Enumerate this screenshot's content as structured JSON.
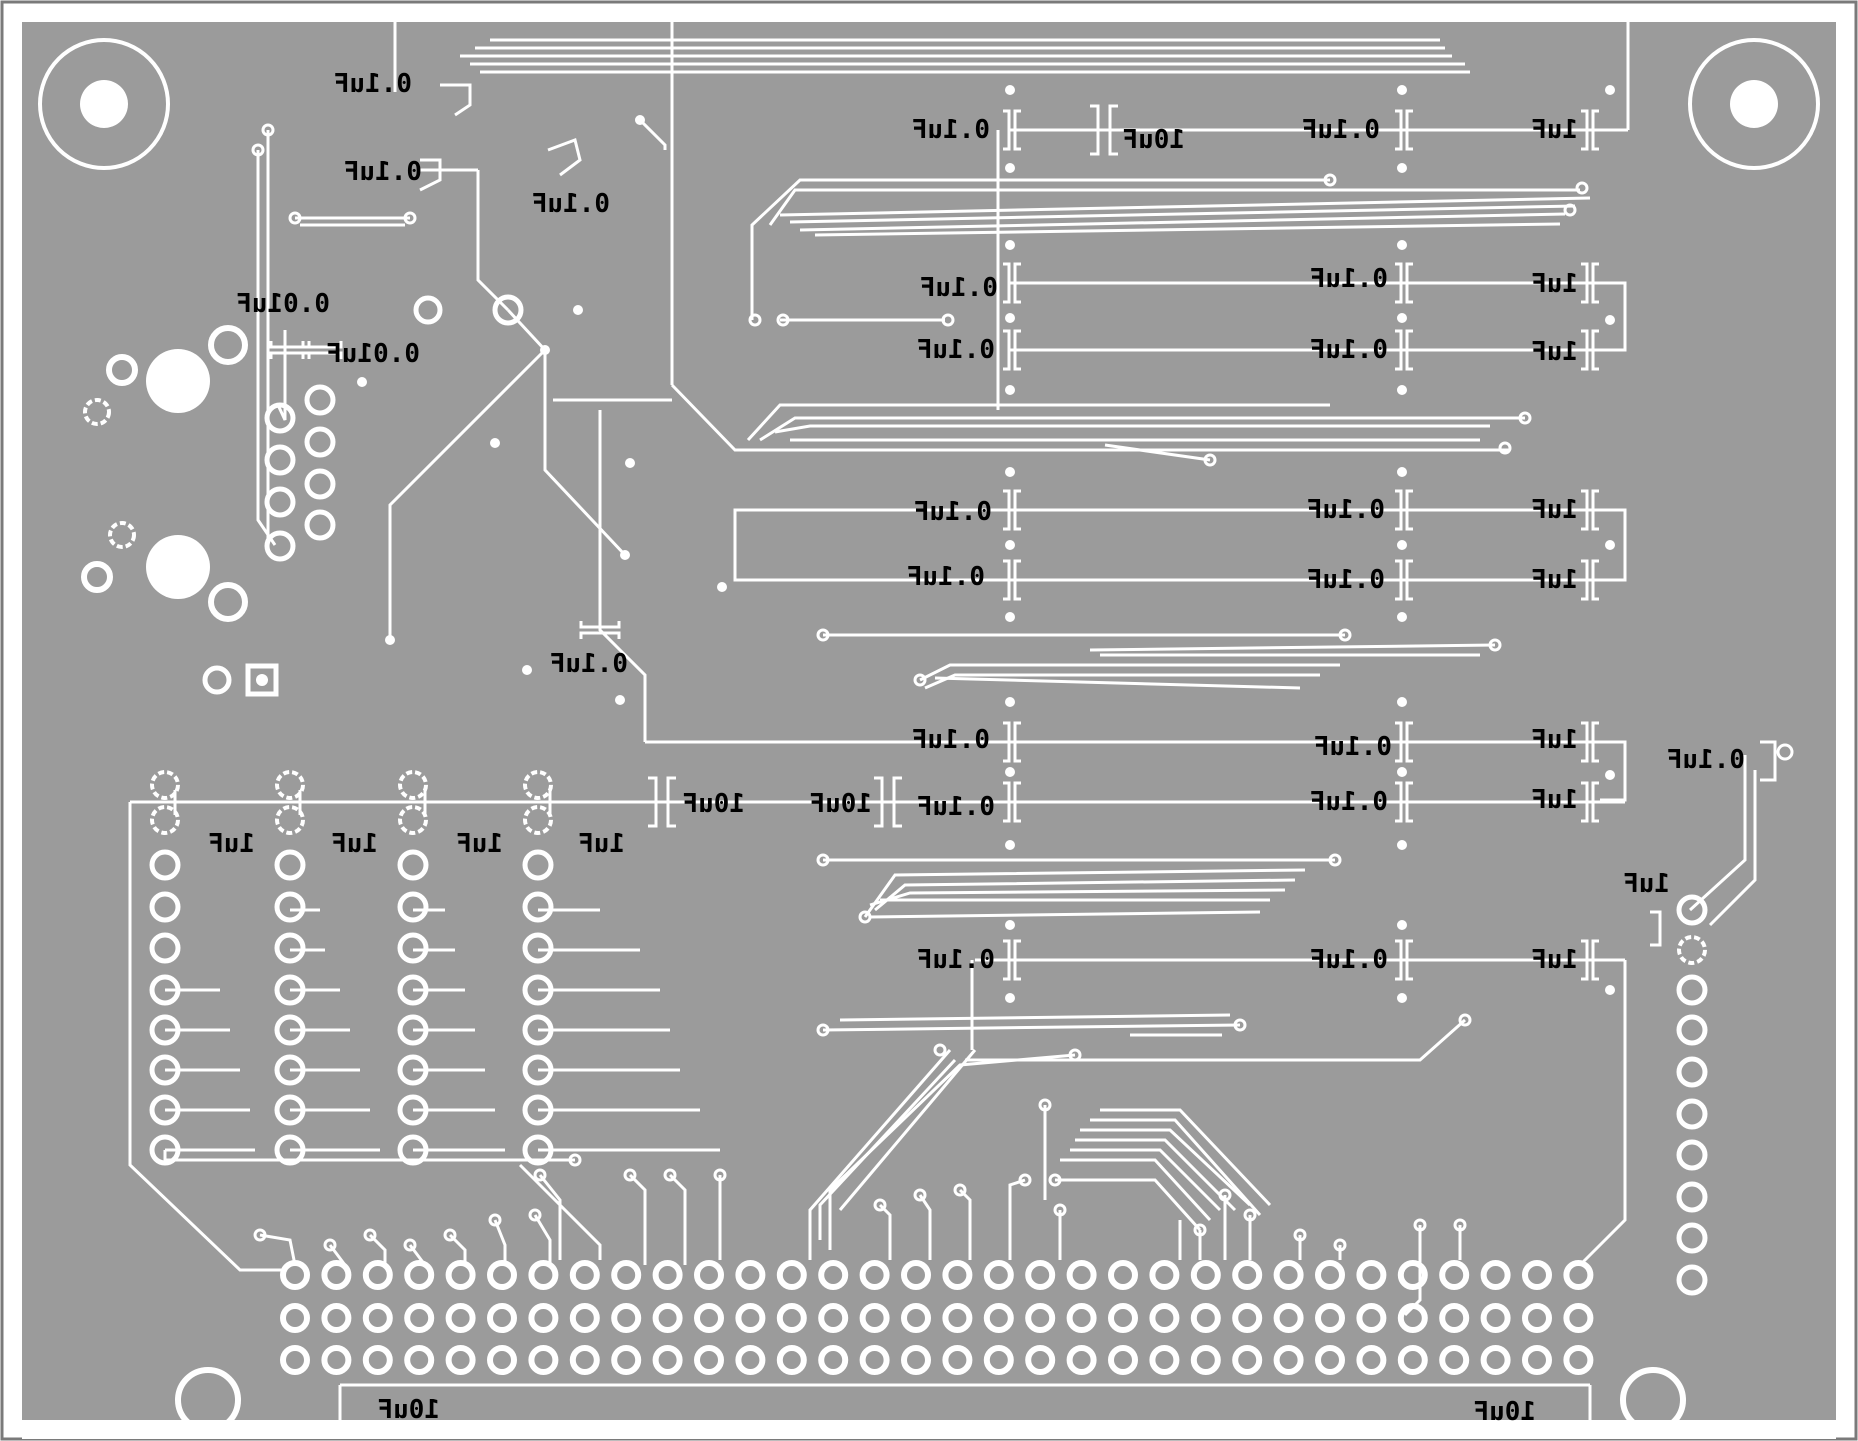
{
  "colors": {
    "board": "#9b9b9b",
    "copper": "#ffffff",
    "silk": "#000000",
    "outline": "#7a7a7a"
  },
  "labels": {
    "c_top_a": "0.1uF",
    "c_top_b": "0.1uF",
    "c_top_c": "0.1uF",
    "c_001_a": "0.01uF",
    "c_001_b": "0.01uF",
    "c_mid": "0.1uF",
    "r1_a": "0.1uF",
    "r1_b": "10uF",
    "r1_c": "0.1uF",
    "r1_d": "1uF",
    "r2_a": "0.1uF",
    "r2_b": "0.1uF",
    "r2_c": "1uF",
    "r3_a": "0.1uF",
    "r3_b": "0.1uF",
    "r3_c": "1uF",
    "r4_a": "0.1uF",
    "r4_b": "0.1uF",
    "r4_c": "1uF",
    "r5_a": "0.1uF",
    "r5_b": "0.1uF",
    "r5_c": "1uF",
    "r6_a": "0.1uF",
    "r6_b": "0.1uF",
    "r6_c": "1uF",
    "r7_a": "0.1uF",
    "r7_b": "0.1uF",
    "r7_c": "1uF",
    "r8_a": "0.1uF",
    "r8_b": "0.1uF",
    "r8_c": "1uF",
    "right_cap": "0.1uF",
    "right_1uf": "1uF",
    "bot_10uf_a": "10uF",
    "bot_10uf_b": "10uF",
    "hdr_1uf_a": "1uF",
    "hdr_1uf_b": "1uF",
    "hdr_1uf_c": "1uF",
    "hdr_1uf_d": "1uF",
    "conn_10uf_a": "10uF",
    "conn_10uf_b": "10uF"
  }
}
